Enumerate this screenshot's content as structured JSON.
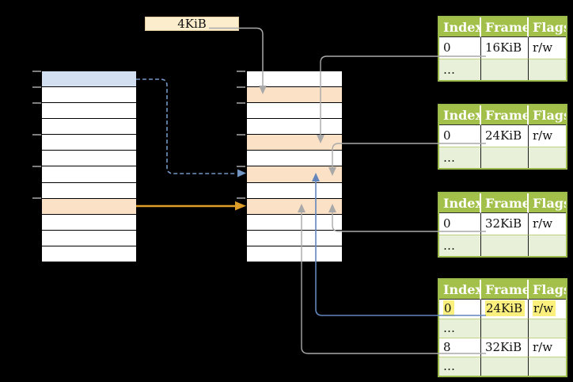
{
  "diagram_type": "two-level page table translation",
  "colors": {
    "background": "#000000",
    "table_header_green": "#A3C04B",
    "table_border_green": "#9CBB4D",
    "table_row_light_green": "#E8F0DA",
    "highlight_yellow": "#FBF07E",
    "page_blue": "#D3E0F2",
    "page_orange": "#FBE2C7",
    "label_cream": "#FCEECD",
    "arrow_gray": "#A9A9A9",
    "arrow_blue": "#6286BC",
    "arrow_blue_dashed": "#7396C5",
    "arrow_gold": "#DE9D28",
    "tick_gray": "#7E7E7E"
  },
  "label_4kib": {
    "text": "4KiB"
  },
  "memory": {
    "left_column": {
      "rows": [
        "blue",
        "white",
        "white",
        "white",
        "white",
        "white",
        "white",
        "white",
        "orange",
        "white",
        "white",
        "white"
      ],
      "tick_marks": [
        0,
        1,
        2,
        4,
        6,
        8
      ]
    },
    "middle_column": {
      "rows": [
        "white",
        "orange",
        "white",
        "white",
        "orange",
        "white",
        "orange",
        "white",
        "orange",
        "white",
        "white",
        "white"
      ],
      "tick_marks": [
        0,
        1,
        2,
        4,
        6,
        8
      ]
    }
  },
  "page_tables": {
    "columns": [
      "Index",
      "Frame",
      "Flags"
    ],
    "tables": [
      {
        "rows": [
          {
            "index": "0",
            "frame": "16KiB",
            "flags": "r/w"
          },
          {
            "index": "…",
            "frame": "",
            "flags": "",
            "shaded": true
          }
        ]
      },
      {
        "rows": [
          {
            "index": "0",
            "frame": "24KiB",
            "flags": "r/w"
          },
          {
            "index": "…",
            "frame": "",
            "flags": "",
            "shaded": true
          }
        ]
      },
      {
        "rows": [
          {
            "index": "0",
            "frame": "32KiB",
            "flags": "r/w"
          },
          {
            "index": "…",
            "frame": "",
            "flags": "",
            "shaded": true
          }
        ]
      },
      {
        "rows": [
          {
            "index": "0",
            "frame": "24KiB",
            "flags": "r/w",
            "highlighted": true
          },
          {
            "index": "…",
            "frame": "",
            "flags": "",
            "shaded": true
          },
          {
            "index": "8",
            "frame": "32KiB",
            "flags": "r/w"
          },
          {
            "index": "…",
            "frame": "",
            "flags": "",
            "shaded": true
          }
        ]
      }
    ]
  }
}
